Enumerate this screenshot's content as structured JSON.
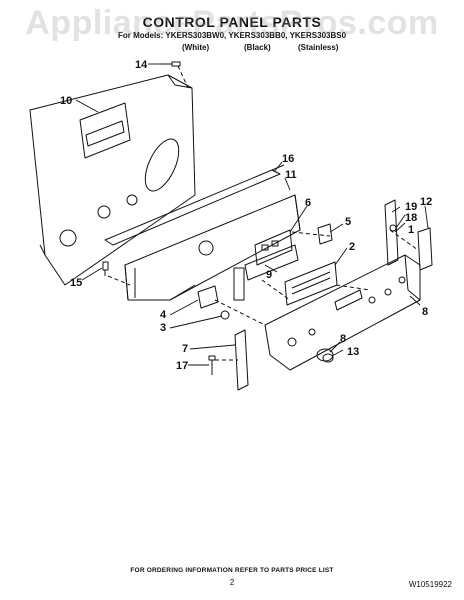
{
  "watermark": "AppliancePartsPros.com",
  "title": "CONTROL PANEL PARTS",
  "models_line": "For Models: YKERS303BW0, YKERS303BB0, YKERS303BS0",
  "variants": [
    "(White)",
    "(Black)",
    "(Stainless)"
  ],
  "callouts": [
    "1",
    "2",
    "3",
    "4",
    "5",
    "6",
    "7",
    "8",
    "8",
    "9",
    "10",
    "11",
    "12",
    "13",
    "14",
    "15",
    "16",
    "17",
    "18",
    "19"
  ],
  "footer": "FOR ORDERING INFORMATION REFER TO PARTS PRICE LIST",
  "page_number": "2",
  "doc_number": "W10519922"
}
